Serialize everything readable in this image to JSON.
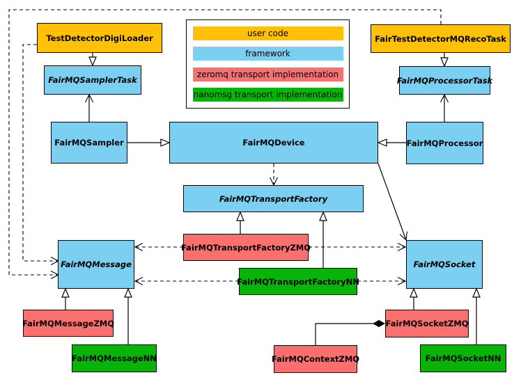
{
  "diagram": {
    "type": "uml-class-diagram",
    "colors": {
      "user_code": "#FFC107",
      "framework": "#7BCFF1",
      "zeromq": "#F9706E",
      "nanomsg": "#09B409",
      "line": "#000000",
      "background": "#FFFFFF"
    },
    "legend": {
      "items": [
        {
          "label": "user code",
          "category": "user_code"
        },
        {
          "label": "framework",
          "category": "framework"
        },
        {
          "label": "zeromq transport implementation",
          "category": "zeromq"
        },
        {
          "label": "nanomsg transport implementation",
          "category": "nanomsg"
        }
      ]
    },
    "nodes": {
      "digi_loader": {
        "label": "TestDetectorDigiLoader",
        "category": "user_code",
        "abstract": false
      },
      "reco_task": {
        "label": "FairTestDetectorMQRecoTask",
        "category": "user_code",
        "abstract": false
      },
      "sampler_task": {
        "label": "FairMQSamplerTask",
        "category": "framework",
        "abstract": true
      },
      "processor_task": {
        "label": "FairMQProcessorTask",
        "category": "framework",
        "abstract": true
      },
      "sampler": {
        "label": "FairMQSampler",
        "category": "framework",
        "abstract": false
      },
      "device": {
        "label": "FairMQDevice",
        "category": "framework",
        "abstract": false
      },
      "processor": {
        "label": "FairMQProcessor",
        "category": "framework",
        "abstract": false
      },
      "transport_factory": {
        "label": "FairMQTransportFactory",
        "category": "framework",
        "abstract": true
      },
      "transport_factory_zmq": {
        "label": "FairMQTransportFactoryZMQ",
        "category": "zeromq",
        "abstract": false
      },
      "transport_factory_nn": {
        "label": "FairMQTransportFactoryNN",
        "category": "nanomsg",
        "abstract": false
      },
      "message": {
        "label": "FairMQMessage",
        "category": "framework",
        "abstract": true
      },
      "socket": {
        "label": "FairMQSocket",
        "category": "framework",
        "abstract": true
      },
      "message_zmq": {
        "label": "FairMQMessageZMQ",
        "category": "zeromq",
        "abstract": false
      },
      "message_nn": {
        "label": "FairMQMessageNN",
        "category": "nanomsg",
        "abstract": false
      },
      "socket_zmq": {
        "label": "FairMQSocketZMQ",
        "category": "zeromq",
        "abstract": false
      },
      "context_zmq": {
        "label": "FairMQContextZMQ",
        "category": "zeromq",
        "abstract": false
      },
      "socket_nn": {
        "label": "FairMQSocketNN",
        "category": "nanomsg",
        "abstract": false
      }
    },
    "edges": [
      {
        "from": "TestDetectorDigiLoader",
        "to": "FairMQSamplerTask",
        "type": "inheritance"
      },
      {
        "from": "FairTestDetectorMQRecoTask",
        "to": "FairMQProcessorTask",
        "type": "inheritance"
      },
      {
        "from": "FairMQSampler",
        "to": "FairMQDevice",
        "type": "inheritance"
      },
      {
        "from": "FairMQProcessor",
        "to": "FairMQDevice",
        "type": "inheritance"
      },
      {
        "from": "FairMQSampler",
        "to": "FairMQSamplerTask",
        "type": "association"
      },
      {
        "from": "FairMQProcessor",
        "to": "FairMQProcessorTask",
        "type": "association"
      },
      {
        "from": "FairMQDevice",
        "to": "FairMQTransportFactory",
        "type": "dependency"
      },
      {
        "from": "FairMQDevice",
        "to": "FairMQSocket",
        "type": "association"
      },
      {
        "from": "TestDetectorDigiLoader",
        "to": "FairMQMessage",
        "type": "dependency"
      },
      {
        "from": "FairTestDetectorMQRecoTask",
        "to": "FairMQMessage",
        "type": "dependency"
      },
      {
        "from": "FairMQTransportFactoryZMQ",
        "to": "FairMQTransportFactory",
        "type": "inheritance"
      },
      {
        "from": "FairMQTransportFactoryNN",
        "to": "FairMQTransportFactory",
        "type": "inheritance"
      },
      {
        "from": "FairMQTransportFactoryZMQ",
        "to": "FairMQMessage",
        "type": "dependency"
      },
      {
        "from": "FairMQTransportFactoryZMQ",
        "to": "FairMQSocket",
        "type": "dependency"
      },
      {
        "from": "FairMQTransportFactoryNN",
        "to": "FairMQMessage",
        "type": "dependency"
      },
      {
        "from": "FairMQTransportFactoryNN",
        "to": "FairMQSocket",
        "type": "dependency"
      },
      {
        "from": "FairMQMessageZMQ",
        "to": "FairMQMessage",
        "type": "inheritance"
      },
      {
        "from": "FairMQMessageNN",
        "to": "FairMQMessage",
        "type": "inheritance"
      },
      {
        "from": "FairMQSocketZMQ",
        "to": "FairMQSocket",
        "type": "inheritance"
      },
      {
        "from": "FairMQSocketNN",
        "to": "FairMQSocket",
        "type": "inheritance"
      },
      {
        "from": "FairMQSocketZMQ",
        "to": "FairMQContextZMQ",
        "type": "composition"
      }
    ]
  }
}
